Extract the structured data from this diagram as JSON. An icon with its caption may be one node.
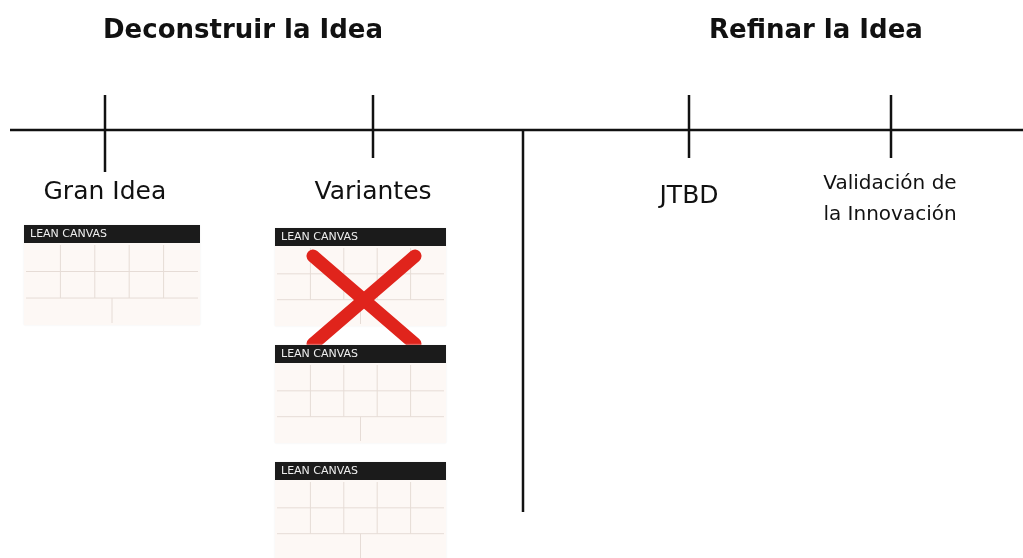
{
  "diagram": {
    "labels": [
      "Deconstruir la Idea",
      "Refinar la Idea",
      "Gran Idea",
      "Variantes",
      "JTBD",
      "Validación de la Innovación",
      "LEAN CANVAS",
      "LEAN CANVAS",
      "LEAN CANVAS",
      "LEAN CANVAS"
    ]
  }
}
